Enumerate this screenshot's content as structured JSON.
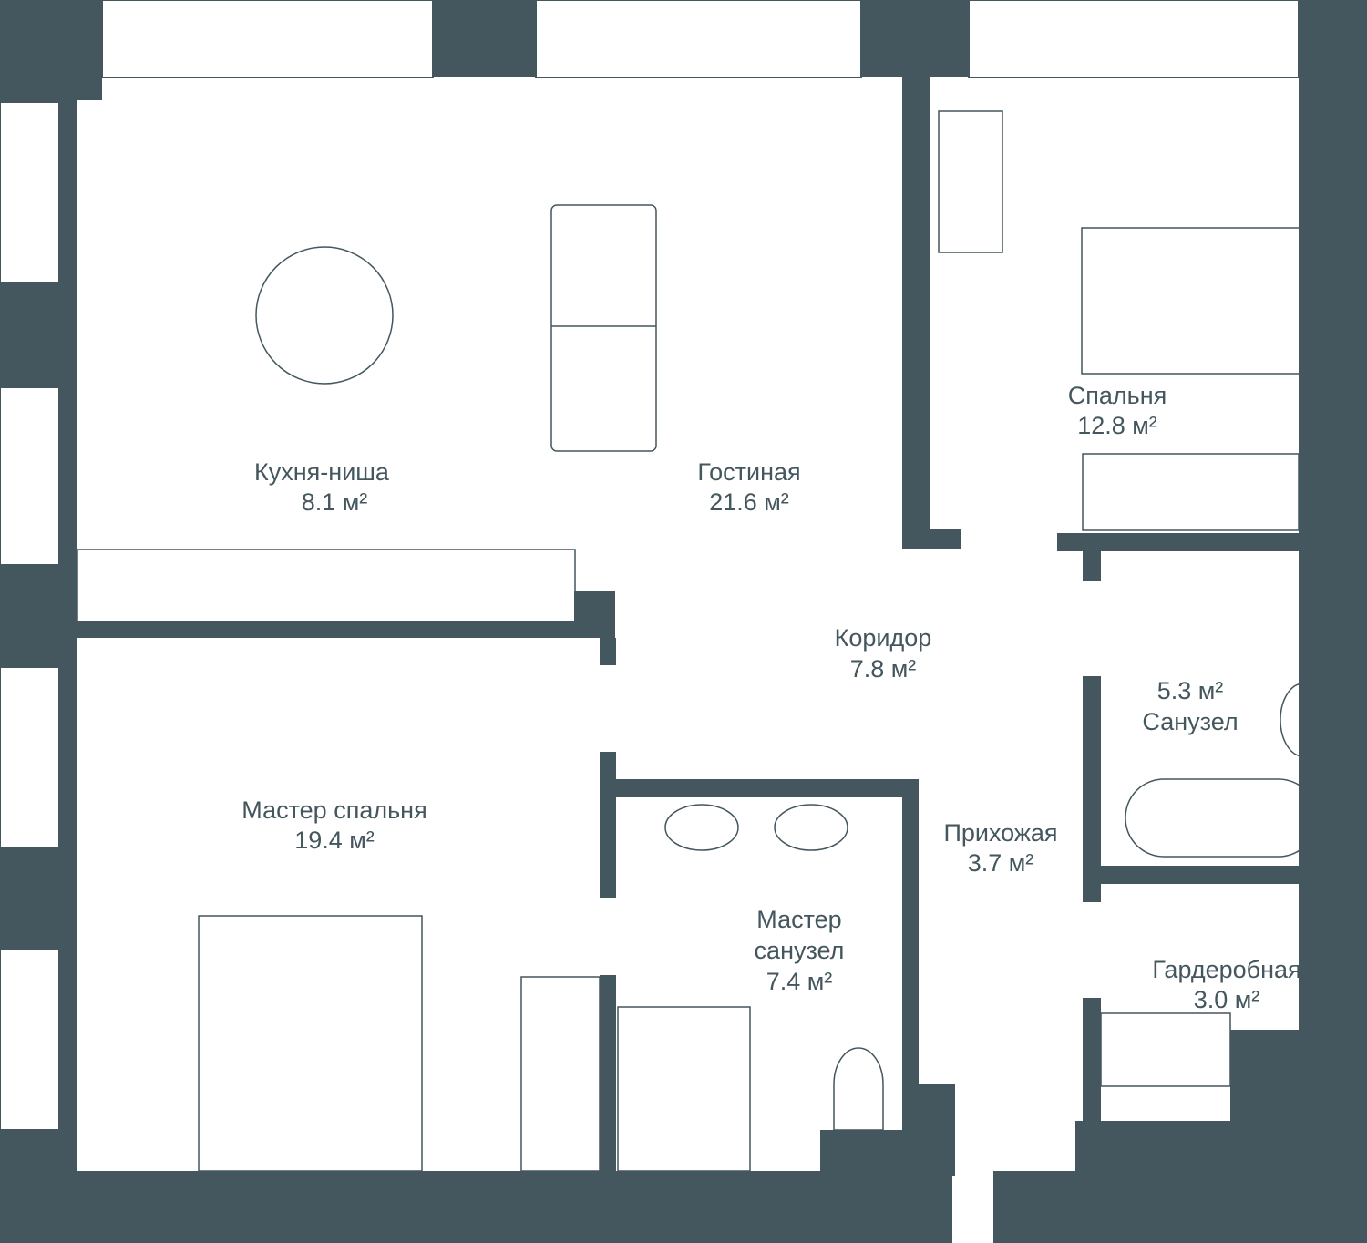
{
  "colors": {
    "wall": "#44565e",
    "background": "#ffffff"
  },
  "rooms": [
    {
      "name": "Кухня-ниша",
      "area": "8.1 м²"
    },
    {
      "name": "Гостиная",
      "area": "21.6 м²"
    },
    {
      "name": "Спальня",
      "area": "12.8 м²"
    },
    {
      "name": "Коридор",
      "area": "7.8 м²"
    },
    {
      "name": "Санузел",
      "area": "5.3 м²"
    },
    {
      "name": "Мастер спальня",
      "area": "19.4 м²"
    },
    {
      "name": "Прихожая",
      "area": "3.7 м²"
    },
    {
      "name": "Мастер",
      "name2": "санузел",
      "area": "7.4 м²"
    },
    {
      "name": "Гардеробная",
      "area": "3.0 м²"
    }
  ]
}
